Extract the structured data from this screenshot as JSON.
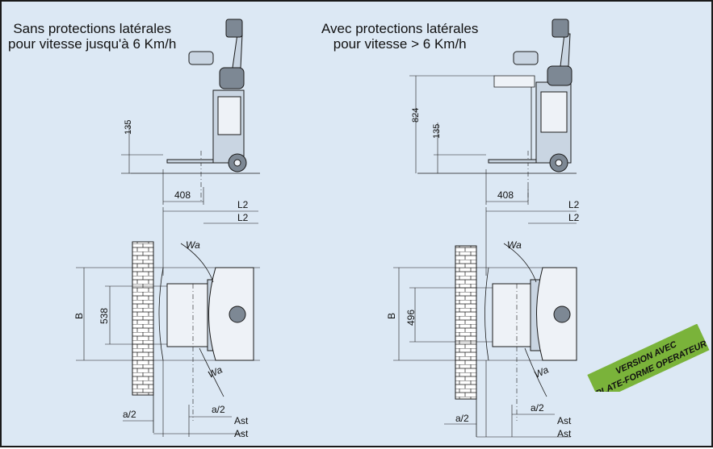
{
  "left_view": {
    "heading_line1": "Sans protections latérales",
    "heading_line2": "pour vitesse jusqu'à 6 Km/h",
    "dim_135": "135",
    "dim_408": "408",
    "dim_L2_outer": "L2",
    "dim_L2_inner": "L2",
    "dim_Wa_top": "Wa",
    "dim_Wa_bottom": "Wa",
    "dim_B": "B",
    "dim_538": "538",
    "dim_a2_left": "a/2",
    "dim_a2_right": "a/2",
    "dim_Ast_1": "Ast",
    "dim_Ast_2": "Ast"
  },
  "right_view": {
    "heading_line1": "Avec protections latérales",
    "heading_line2": "pour vitesse > 6 Km/h",
    "dim_824": "824",
    "dim_135": "135",
    "dim_408": "408",
    "dim_L2_outer": "L2",
    "dim_L2_inner": "L2",
    "dim_Wa_top": "Wa",
    "dim_Wa_bottom": "Wa",
    "dim_B": "B",
    "dim_496": "496",
    "dim_a2_left": "a/2",
    "dim_a2_right": "a/2",
    "dim_Ast_1": "Ast",
    "dim_Ast_2": "Ast"
  },
  "stamp": {
    "line1": "VERSION AVEC",
    "line2": "PLATE-FORME OPERATEUR",
    "color": "#7ab33a"
  }
}
